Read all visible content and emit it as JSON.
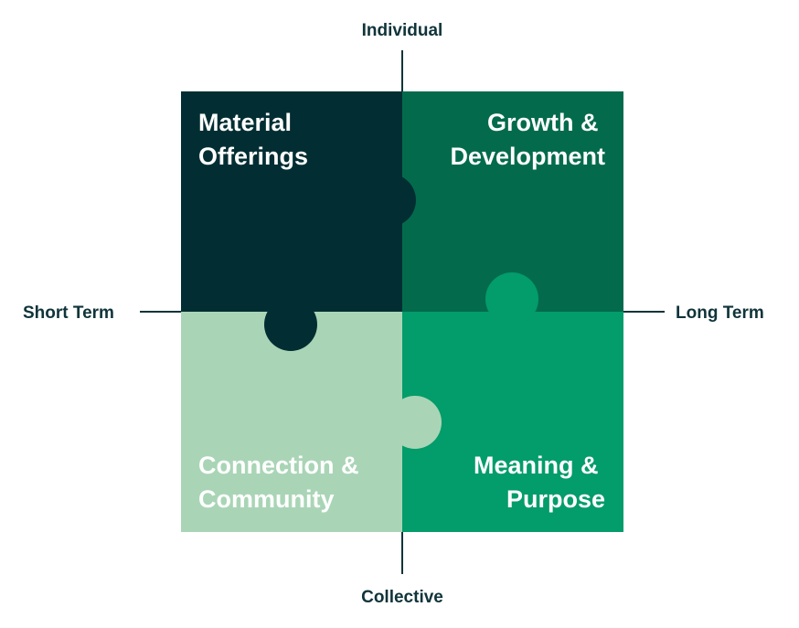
{
  "axes": {
    "top": "Individual",
    "bottom": "Collective",
    "left": "Short Term",
    "right": "Long Term"
  },
  "quadrants": {
    "top_left": {
      "lines": [
        "Material",
        "Offerings"
      ],
      "fill": "#022e33",
      "text_color": "#ffffff"
    },
    "top_right": {
      "lines": [
        "Growth &",
        "Development"
      ],
      "fill": "#036b4c",
      "text_color": "#ffffff"
    },
    "bottom_left": {
      "lines": [
        "Connection &",
        "Community"
      ],
      "fill": "#a9d5b6",
      "text_color": "#ffffff"
    },
    "bottom_right": {
      "lines": [
        "Meaning &",
        "Purpose"
      ],
      "fill": "#039c6b",
      "text_color": "#ffffff"
    }
  },
  "axis_color": "#10343a"
}
